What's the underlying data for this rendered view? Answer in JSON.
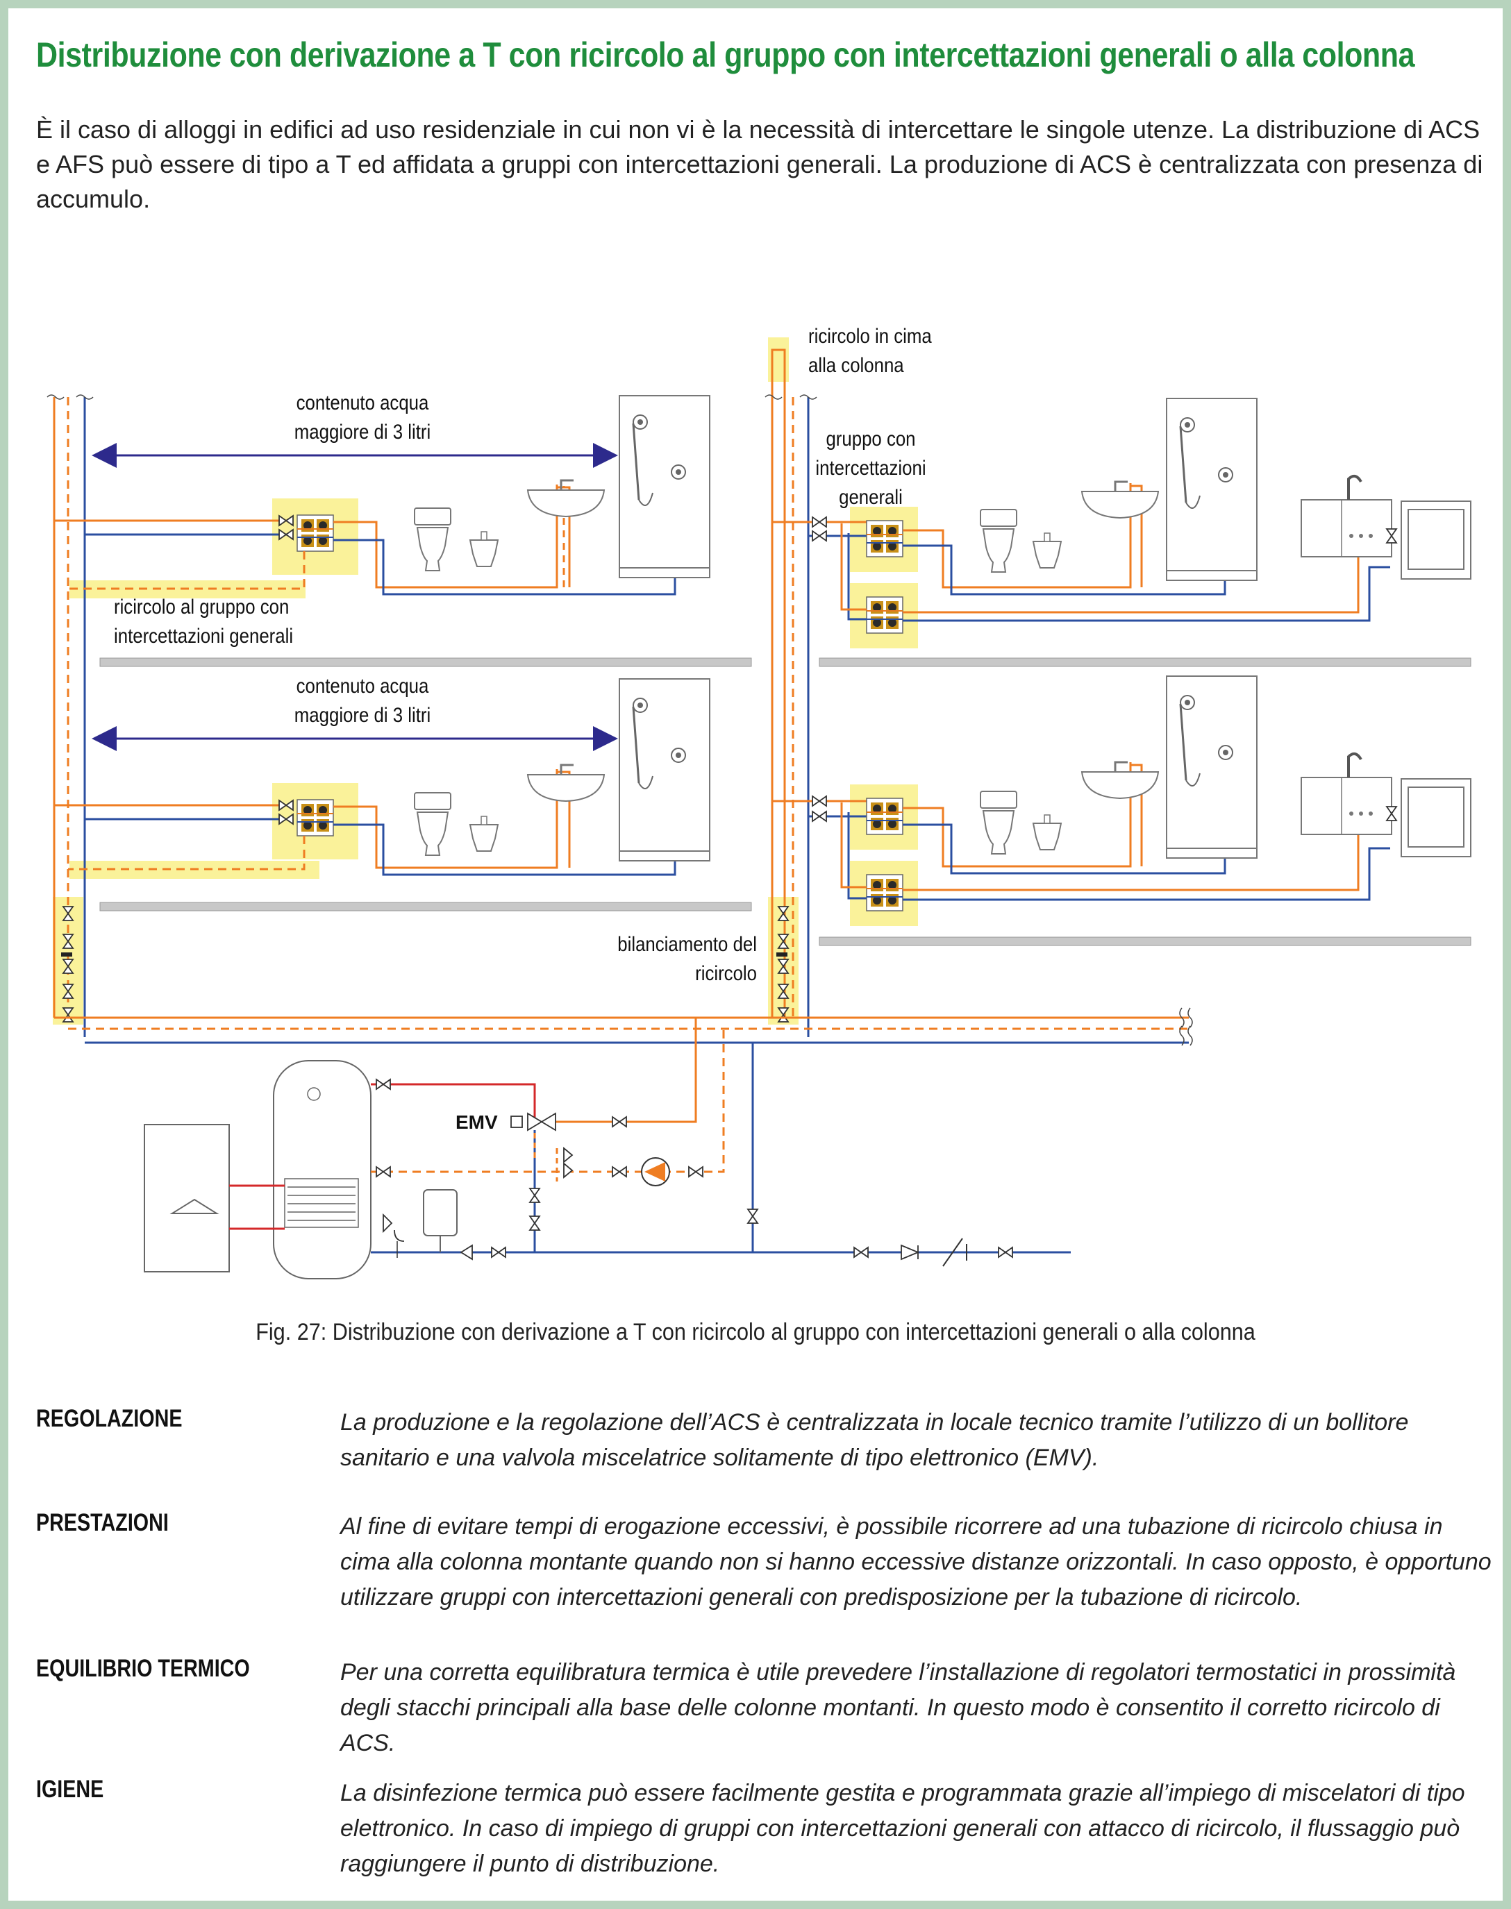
{
  "title": "Distribuzione con derivazione a T con ricircolo al gruppo con intercettazioni generali o alla colonna",
  "intro": "È il caso di alloggi in edifici ad uso residenziale in cui non vi è la necessità di intercettare le singole utenze. La distribuzione di ACS e AFS può essere di tipo a T ed affidata a gruppi con intercettazioni generali. La produzione di ACS è centralizzata con presenza di accumulo.",
  "diagram": {
    "labels": {
      "contenuto_1a": "contenuto acqua",
      "contenuto_1b": "maggiore di 3 litri",
      "contenuto_2a": "contenuto acqua",
      "contenuto_2b": "maggiore di 3 litri",
      "ricircolo_gruppo_a": "ricircolo al gruppo con",
      "ricircolo_gruppo_b": "intercettazioni generali",
      "ricircolo_cima_a": "ricircolo in cima",
      "ricircolo_cima_b": "alla colonna",
      "gruppo_a": "gruppo con",
      "gruppo_b": "intercettazioni",
      "gruppo_c": "generali",
      "bilanciamento_a": "bilanciamento del",
      "bilanciamento_b": "ricircolo",
      "emv": "EMV"
    },
    "colors": {
      "hot": "#ef7d22",
      "cold": "#2b4fa0",
      "supply": "#d4282a",
      "highlight": "#faf29a",
      "arrow": "#2d2a8c",
      "floor": "#c8c8c8"
    }
  },
  "caption": "Fig. 27: Distribuzione con derivazione a T con ricircolo al gruppo con intercettazioni generali o alla colonna",
  "sections": [
    {
      "label": "REGOLAZIONE",
      "text": "La produzione e la regolazione dell’ACS è centralizzata in locale tecnico tramite l’utilizzo di un bollitore sanitario e una valvola miscelatrice solitamente di tipo elettronico (EMV)."
    },
    {
      "label": "PRESTAZIONI",
      "text": "Al fine di evitare tempi di erogazione eccessivi, è possibile ricorrere ad una tubazione di ricircolo chiusa in cima alla colonna montante quando non si hanno eccessive distanze orizzontali. In caso opposto, è opportuno utilizzare gruppi con intercettazioni generali con predisposizione per la tubazione di ricircolo."
    },
    {
      "label": "EQUILIBRIO TERMICO",
      "text": "Per una corretta equilibratura termica è utile prevedere l’installazione di regolatori termostatici in prossimità degli stacchi principali alla base delle colonne montanti. In questo modo è consentito il corretto ricircolo di ACS."
    },
    {
      "label": "IGIENE",
      "text": "La disinfezione termica può essere facilmente gestita e programmata grazie all’impiego di miscelatori di tipo elettronico. In caso di impiego di gruppi con intercettazioni generali con attacco di ricircolo, il flussaggio può raggiungere il punto di distribuzione."
    }
  ]
}
